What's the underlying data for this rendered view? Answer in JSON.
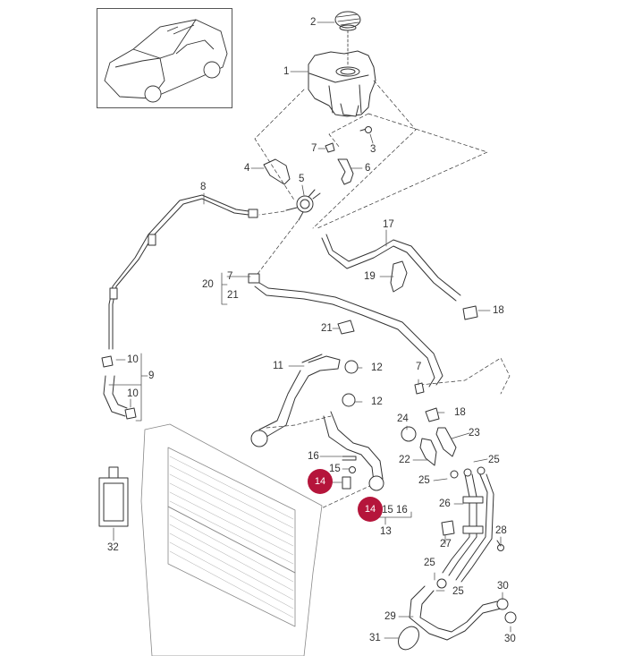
{
  "diagram": {
    "title_image": "vehicle-overview-suv",
    "highlight_color": "#b5153b",
    "line_color": "#333333",
    "callouts": [
      {
        "id": "c1",
        "label": "1"
      },
      {
        "id": "c2",
        "label": "2"
      },
      {
        "id": "c3",
        "label": "3"
      },
      {
        "id": "c4",
        "label": "4"
      },
      {
        "id": "c5",
        "label": "5"
      },
      {
        "id": "c6",
        "label": "6"
      },
      {
        "id": "c7a",
        "label": "7"
      },
      {
        "id": "c8",
        "label": "8"
      },
      {
        "id": "c9",
        "label": "9"
      },
      {
        "id": "c10a",
        "label": "10"
      },
      {
        "id": "c10b",
        "label": "10"
      },
      {
        "id": "c11",
        "label": "11"
      },
      {
        "id": "c12a",
        "label": "12"
      },
      {
        "id": "c12b",
        "label": "12"
      },
      {
        "id": "c13",
        "label": "13"
      },
      {
        "id": "c15a",
        "label": "15"
      },
      {
        "id": "c15b",
        "label": "15"
      },
      {
        "id": "c16a",
        "label": "16"
      },
      {
        "id": "c16b",
        "label": "16"
      },
      {
        "id": "c17",
        "label": "17"
      },
      {
        "id": "c18a",
        "label": "18"
      },
      {
        "id": "c18b",
        "label": "18"
      },
      {
        "id": "c19",
        "label": "19"
      },
      {
        "id": "c20",
        "label": "20"
      },
      {
        "id": "c20_7",
        "label": "7"
      },
      {
        "id": "c20_21",
        "label": "21"
      },
      {
        "id": "c21",
        "label": "21"
      },
      {
        "id": "c7b",
        "label": "7"
      },
      {
        "id": "c22",
        "label": "22"
      },
      {
        "id": "c23",
        "label": "23"
      },
      {
        "id": "c24",
        "label": "24"
      },
      {
        "id": "c25a",
        "label": "25"
      },
      {
        "id": "c25b",
        "label": "25"
      },
      {
        "id": "c25c",
        "label": "25"
      },
      {
        "id": "c25d",
        "label": "25"
      },
      {
        "id": "c26",
        "label": "26"
      },
      {
        "id": "c27",
        "label": "27"
      },
      {
        "id": "c28",
        "label": "28"
      },
      {
        "id": "c29",
        "label": "29"
      },
      {
        "id": "c30a",
        "label": "30"
      },
      {
        "id": "c30b",
        "label": "30"
      },
      {
        "id": "c31",
        "label": "31"
      },
      {
        "id": "c32",
        "label": "32"
      }
    ],
    "highlighted_parts": [
      {
        "id": "h14a",
        "label": "14"
      },
      {
        "id": "h14b",
        "label": "14"
      }
    ],
    "parts": [
      "coolant-expansion-tank",
      "tank-cap",
      "screw",
      "bracket",
      "four-way-connector",
      "elbow-hose",
      "clip",
      "vent-line",
      "hose-assembly",
      "hose-clip",
      "upper-radiator-hose",
      "hose-clamp",
      "lower-radiator-hose",
      "temperature-sensor",
      "o-ring",
      "retaining-clip",
      "coolant-hose",
      "spring-band-clamp",
      "holder",
      "vent-hose-assembly",
      "line-clip",
      "hose",
      "hose",
      "clamp",
      "clamp",
      "pipe-holder",
      "bracket",
      "screw",
      "coolant-pipe",
      "plug",
      "seal",
      "coolant-bottle"
    ]
  }
}
